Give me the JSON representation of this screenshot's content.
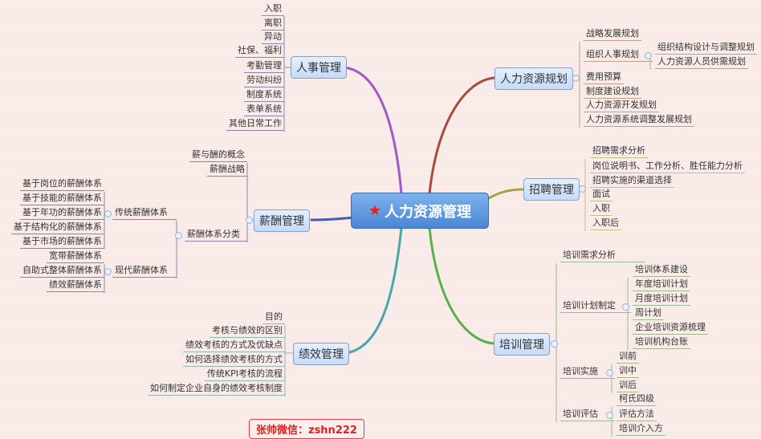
{
  "center": {
    "title": "人力资源管理",
    "icon": "star-icon"
  },
  "renshi": {
    "title": "人事管理",
    "items": [
      "入职",
      "离职",
      "异动",
      "社保、福利",
      "考勤管理",
      "劳动纠纷",
      "制度系统",
      "表单系统",
      "其他日常工作"
    ]
  },
  "xinchou": {
    "title": "薪酬管理",
    "items": [
      "薪与酬的概念",
      "薪酬战略",
      "薪酬体系分类"
    ],
    "traditional": {
      "title": "传统薪酬体系",
      "items": [
        "基于岗位的薪酬体系",
        "基于技能的薪酬体系",
        "基于年功的薪酬体系",
        "基于结构化的薪酬体系",
        "基于市场的薪酬体系"
      ]
    },
    "modern": {
      "title": "现代薪酬体系",
      "items": [
        "宽带薪酬体系",
        "自助式整体薪酬体系",
        "绩效薪酬体系"
      ]
    }
  },
  "jixiao": {
    "title": "绩效管理",
    "items": [
      "目的",
      "考核与绩效的区别",
      "绩效考核的方式及优缺点",
      "如何选择绩效考核的方式",
      "传统KPI考核的流程",
      "如何制定企业自身的绩效考核制度"
    ]
  },
  "guihua": {
    "title": "人力资源规划",
    "items": [
      "战略发展规划",
      "组织人事规划",
      "费用预算",
      "制度建设规划",
      "人力资源开发规划",
      "人力资源系统调整发展规划"
    ],
    "org_sub": [
      "组织结构设计与调整规划",
      "人力资源人员供需规划"
    ]
  },
  "zhaopin": {
    "title": "招聘管理",
    "items": [
      "招聘需求分析",
      "岗位说明书、工作分析、胜任能力分析",
      "招聘实施的渠道选择",
      "面试",
      "入职",
      "入职后"
    ]
  },
  "peixun": {
    "title": "培训管理",
    "items": [
      "培训需求分析",
      "培训计划制定",
      "培训实施",
      "培训评估"
    ],
    "plan": [
      "培训体系建设",
      "年度培训计划",
      "月度培训计划",
      "周计划",
      "企业培训资源梳理",
      "培训机构台账"
    ],
    "impl": [
      "训前",
      "训中",
      "训后"
    ],
    "eval": [
      "柯氏四级",
      "评估方法",
      "培训介入方"
    ]
  },
  "footer": {
    "label": "张帅微信：zshn222"
  },
  "colors": {
    "renshi": "#a458c4",
    "guihua": "#a84a3c",
    "zhaopin": "#a8a040",
    "xinchou": "#4a58b8",
    "jixiao": "#48a8a8",
    "peixun": "#58b048"
  }
}
